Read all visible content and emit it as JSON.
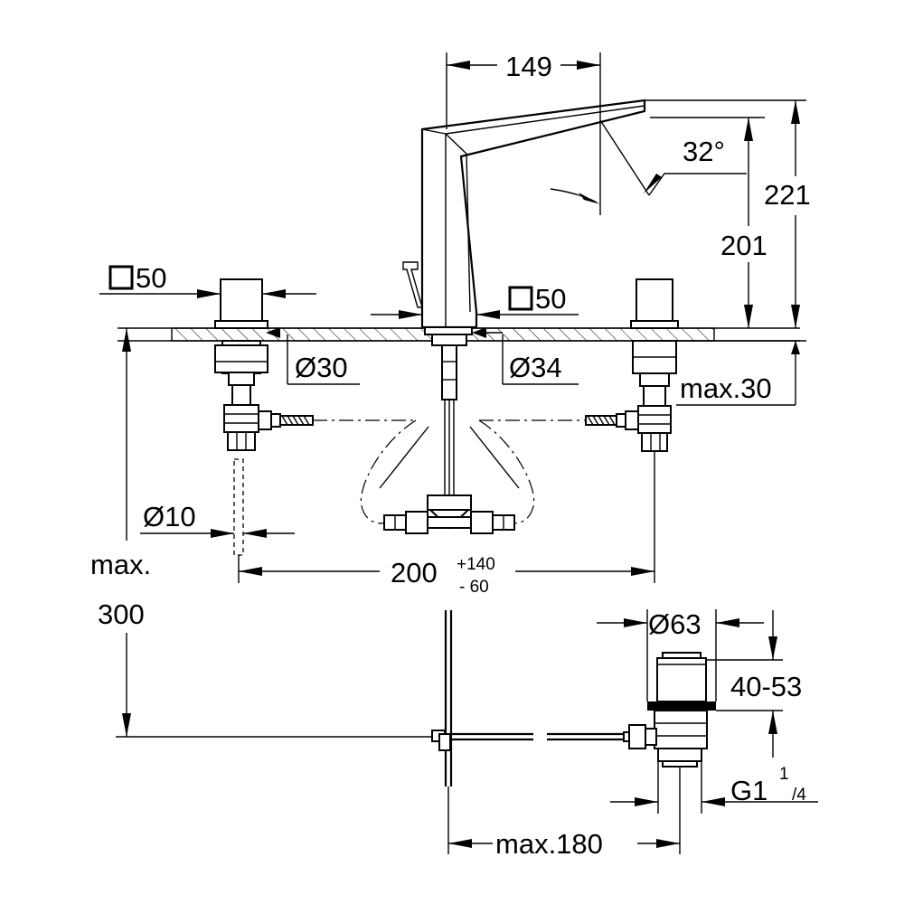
{
  "dimensions": {
    "spout_reach": "149",
    "spout_angle": "32°",
    "total_height": "221",
    "spout_height": "201",
    "handle_square_left": "50",
    "handle_square_center": "50",
    "hole_left": "Ø30",
    "hole_center": "Ø34",
    "deck_thickness": "max.30",
    "hose_diameter": "Ø10",
    "spacing": "200",
    "spacing_plus": "+140",
    "spacing_minus": "- 60",
    "max_label": "max.",
    "max_depth": "300",
    "waste_diameter": "Ø63",
    "waste_range": "40-53",
    "thread_main": "G1",
    "thread_num": "1",
    "thread_den": "/4",
    "waste_reach": "max.180"
  }
}
